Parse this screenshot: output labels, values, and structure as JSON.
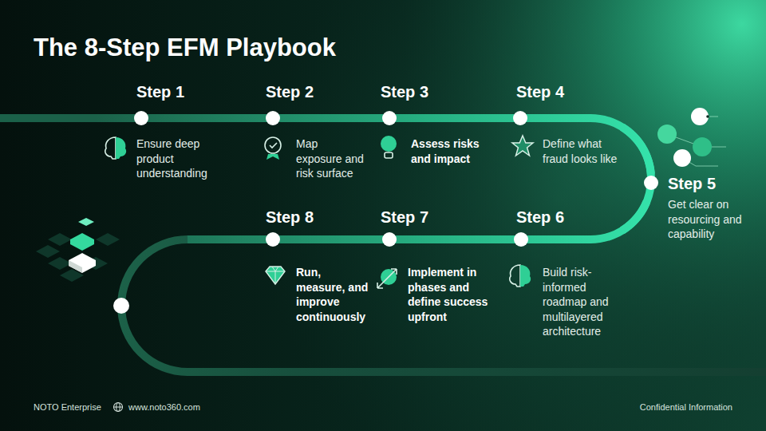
{
  "diagram": {
    "title": "The 8-Step EFM Playbook",
    "nodes": [
      {
        "text": [
          "Step 1",
          "Ensure deep product understanding"
        ]
      },
      {
        "text": [
          "Step 2",
          "Map exposure and risk surface"
        ]
      },
      {
        "text": [
          "Step 3",
          "Assess risks and impact"
        ]
      },
      {
        "text": [
          "Step 4",
          "Define what fraud looks like"
        ]
      },
      {
        "text": [
          "Step 5",
          "Get clear on resourcing and capability"
        ]
      },
      {
        "text": [
          "Step 6",
          "Build risk-informed roadmap and multilayered architecture"
        ]
      },
      {
        "text": [
          "Step 7",
          "Implement in phases and define success upfront"
        ]
      },
      {
        "text": [
          "Step 8",
          "Run, measure, and improve continuously"
        ]
      }
    ],
    "edges": [
      {
        "from": 0,
        "to": 1,
        "arrow": "none"
      },
      {
        "from": 1,
        "to": 2,
        "arrow": "none"
      },
      {
        "from": 2,
        "to": 3,
        "arrow": "none"
      },
      {
        "from": 3,
        "to": 4,
        "arrow": "none"
      },
      {
        "from": 4,
        "to": 5,
        "arrow": "none"
      },
      {
        "from": 5,
        "to": 6,
        "arrow": "none"
      },
      {
        "from": 6,
        "to": 7,
        "arrow": "none"
      }
    ],
    "labels": [
      "NOTO Enterprise",
      "www.noto360.com",
      "Confidential Information"
    ]
  }
}
